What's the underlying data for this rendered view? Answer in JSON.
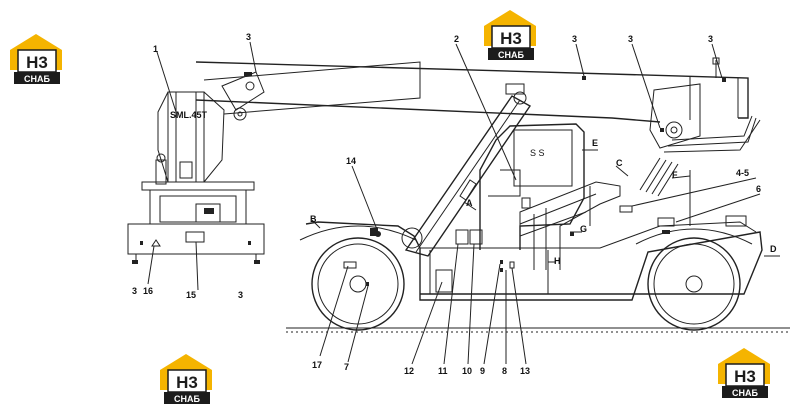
{
  "logo": {
    "mark": "H3",
    "sub": "СНАБ",
    "color_gold": "#f5b400",
    "color_dark": "#1c1c1c"
  },
  "callouts_numbers": [
    "1",
    "2",
    "3",
    "3",
    "3",
    "3",
    "3",
    "3",
    "4-5",
    "6",
    "7",
    "8",
    "9",
    "10",
    "11",
    "12",
    "13",
    "14",
    "15",
    "16",
    "17"
  ],
  "callouts_letters": [
    "A",
    "B",
    "C",
    "D",
    "E",
    "F",
    "G",
    "H"
  ],
  "boom_label": "SML.45T"
}
